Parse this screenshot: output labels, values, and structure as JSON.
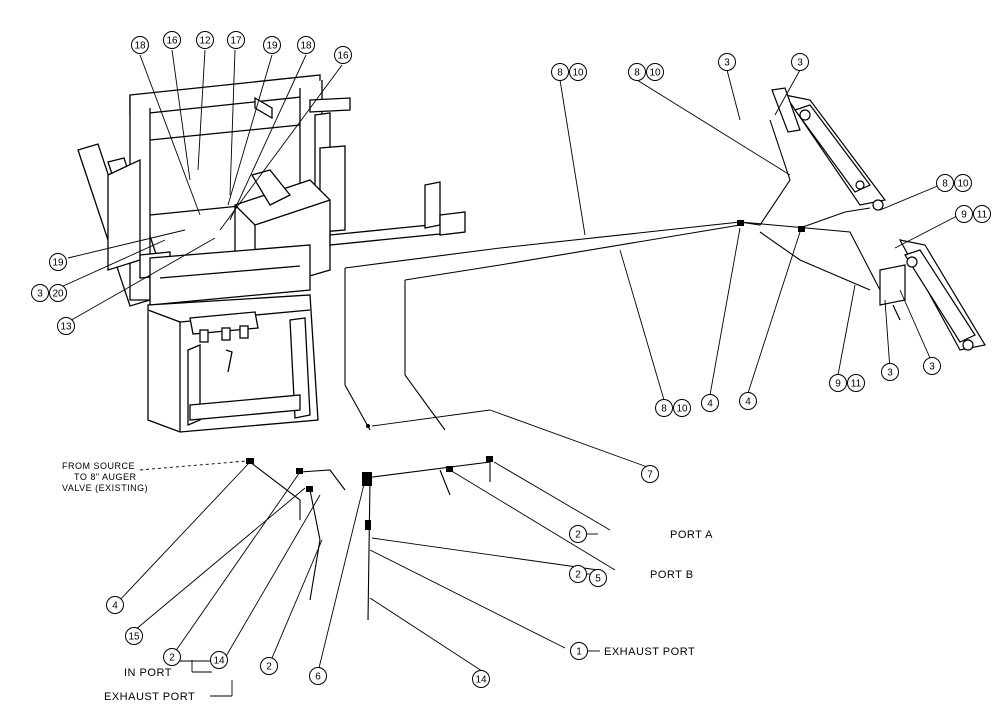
{
  "callouts": [
    {
      "id": "c-18a",
      "n": [
        "18"
      ]
    },
    {
      "id": "c-16a",
      "n": [
        "16"
      ]
    },
    {
      "id": "c-12",
      "n": [
        "12"
      ]
    },
    {
      "id": "c-17",
      "n": [
        "17"
      ]
    },
    {
      "id": "c-19a",
      "n": [
        "19"
      ]
    },
    {
      "id": "c-18b",
      "n": [
        "18"
      ]
    },
    {
      "id": "c-16b",
      "n": [
        "16"
      ]
    },
    {
      "id": "c-19b",
      "n": [
        "19"
      ]
    },
    {
      "id": "c-3-20",
      "n": [
        "3",
        "20"
      ]
    },
    {
      "id": "c-13",
      "n": [
        "13"
      ]
    },
    {
      "id": "c-8-10a",
      "n": [
        "8",
        "10"
      ]
    },
    {
      "id": "c-8-10b",
      "n": [
        "8",
        "10"
      ]
    },
    {
      "id": "c-3a",
      "n": [
        "3"
      ]
    },
    {
      "id": "c-3b",
      "n": [
        "3"
      ]
    },
    {
      "id": "c-8-10c",
      "n": [
        "8",
        "10"
      ]
    },
    {
      "id": "c-9-11a",
      "n": [
        "9",
        "11"
      ]
    },
    {
      "id": "c-9-11b",
      "n": [
        "9",
        "11"
      ]
    },
    {
      "id": "c-3c",
      "n": [
        "3"
      ]
    },
    {
      "id": "c-3d",
      "n": [
        "3"
      ]
    },
    {
      "id": "c-8-10d",
      "n": [
        "8",
        "10"
      ]
    },
    {
      "id": "c-4a",
      "n": [
        "4"
      ]
    },
    {
      "id": "c-4b",
      "n": [
        "4"
      ]
    },
    {
      "id": "c-7",
      "n": [
        "7"
      ]
    },
    {
      "id": "c-2a",
      "n": [
        "2"
      ]
    },
    {
      "id": "c-2b",
      "n": [
        "2"
      ]
    },
    {
      "id": "c-5",
      "n": [
        "5"
      ]
    },
    {
      "id": "c-1",
      "n": [
        "1"
      ]
    },
    {
      "id": "c-14a",
      "n": [
        "14"
      ]
    },
    {
      "id": "c-6",
      "n": [
        "6"
      ]
    },
    {
      "id": "c-14b",
      "n": [
        "14"
      ]
    },
    {
      "id": "c-2c",
      "n": [
        "2"
      ]
    },
    {
      "id": "c-2d",
      "n": [
        "2"
      ]
    },
    {
      "id": "c-15",
      "n": [
        "15"
      ]
    },
    {
      "id": "c-4c",
      "n": [
        "4"
      ]
    }
  ],
  "labels": {
    "source_line1": "FROM SOURCE",
    "source_line2": "TO 8\" AUGER",
    "source_line3": "VALVE (EXISTING)",
    "port_a": "PORT A",
    "port_b": "PORT B",
    "exhaust_port_right": "EXHAUST PORT",
    "in_port": "IN PORT",
    "exhaust_port_left": "EXHAUST PORT"
  }
}
